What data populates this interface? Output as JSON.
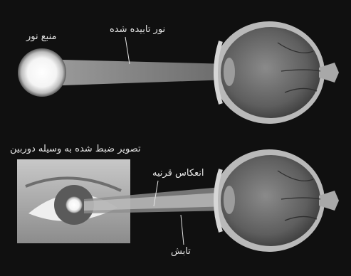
{
  "labels": {
    "light_source": "منبع نور",
    "incident_light": "نور تابیده شده",
    "camera_photo": "تصویر ضبط شده به وسیله دوربین",
    "retinal_reflection": "انعکاس قرنیه",
    "radiation": "تابش"
  },
  "colors": {
    "background": "#101010",
    "label_text": "#e4e4e4",
    "light_beam": "#9a9a9a",
    "sclera": "#b9b9b9",
    "eyeball_interior": "#6a6a6a",
    "pupil_glow": "#f2f2f2"
  }
}
